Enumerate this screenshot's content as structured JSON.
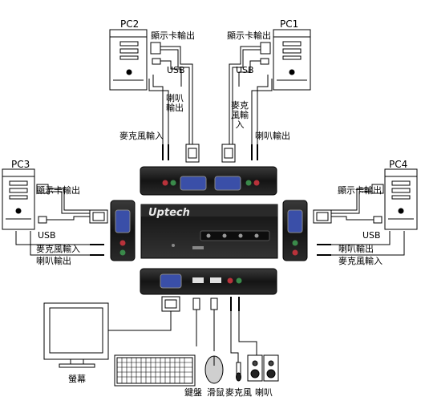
{
  "labels": {
    "pc1": "PC1",
    "pc2": "PC2",
    "pc3": "PC3",
    "pc4": "PC4",
    "pc1_display": "顯示卡輸出",
    "pc1_usb": "USB",
    "pc1_mic": "麥克風輸入",
    "pc1_spk": "喇叭輸出",
    "pc2_display": "顯示卡輸出",
    "pc2_usb": "USB",
    "pc2_spk": "喇叭輸出",
    "pc2_mic": "麥克風輸入",
    "pc3_display": "顯示卡輸出",
    "pc3_usb": "USB",
    "pc3_mic": "麥克風輸入",
    "pc3_spk": "喇叭輸出",
    "pc4_display": "顯示卡輸出",
    "pc4_usb": "USB",
    "pc4_spk": "喇叭輸出",
    "pc4_mic": "麥克風輸入",
    "monitor": "螢幕",
    "keyboard": "鍵盤",
    "mouse": "滑鼠",
    "microphone": "麥克風",
    "speaker": "喇叭",
    "brand": "Uptech"
  },
  "colors": {
    "device_body": "#1a1a1a",
    "line": "#000000",
    "port_blue": "#3a4fa8",
    "jack_red": "#b8323a",
    "jack_green": "#3a8a4a"
  }
}
